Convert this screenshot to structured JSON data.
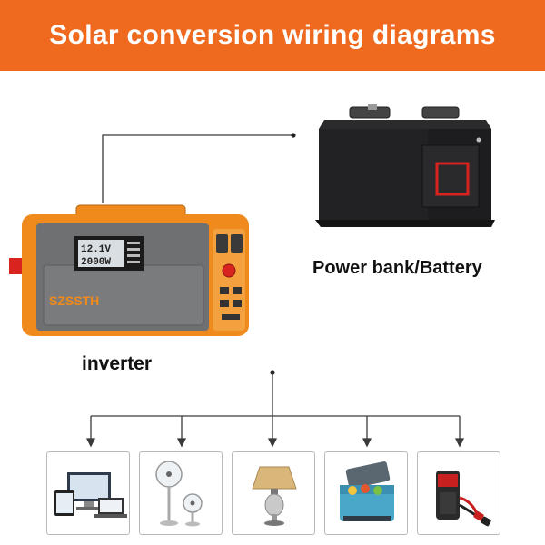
{
  "header": {
    "title": "Solar conversion wiring diagrams"
  },
  "battery": {
    "label": "Power bank/Battery"
  },
  "inverter": {
    "label": "inverter",
    "brand": "SZSSTH",
    "display_line1": "12.1V",
    "display_line2": "2000W"
  },
  "colors": {
    "banner": "#ef6a1f",
    "inverter_orange": "#f08a1c",
    "inverter_gray": "#6f7072",
    "battery_black": "#1d1d1f",
    "battery_accent": "#d8231f",
    "wire": "#3a3a3a"
  },
  "loads": [
    {
      "icon": "computer-devices-icon"
    },
    {
      "icon": "electric-fans-icon"
    },
    {
      "icon": "table-lamp-icon"
    },
    {
      "icon": "car-cooler-icon"
    },
    {
      "icon": "jump-starter-icon"
    }
  ]
}
